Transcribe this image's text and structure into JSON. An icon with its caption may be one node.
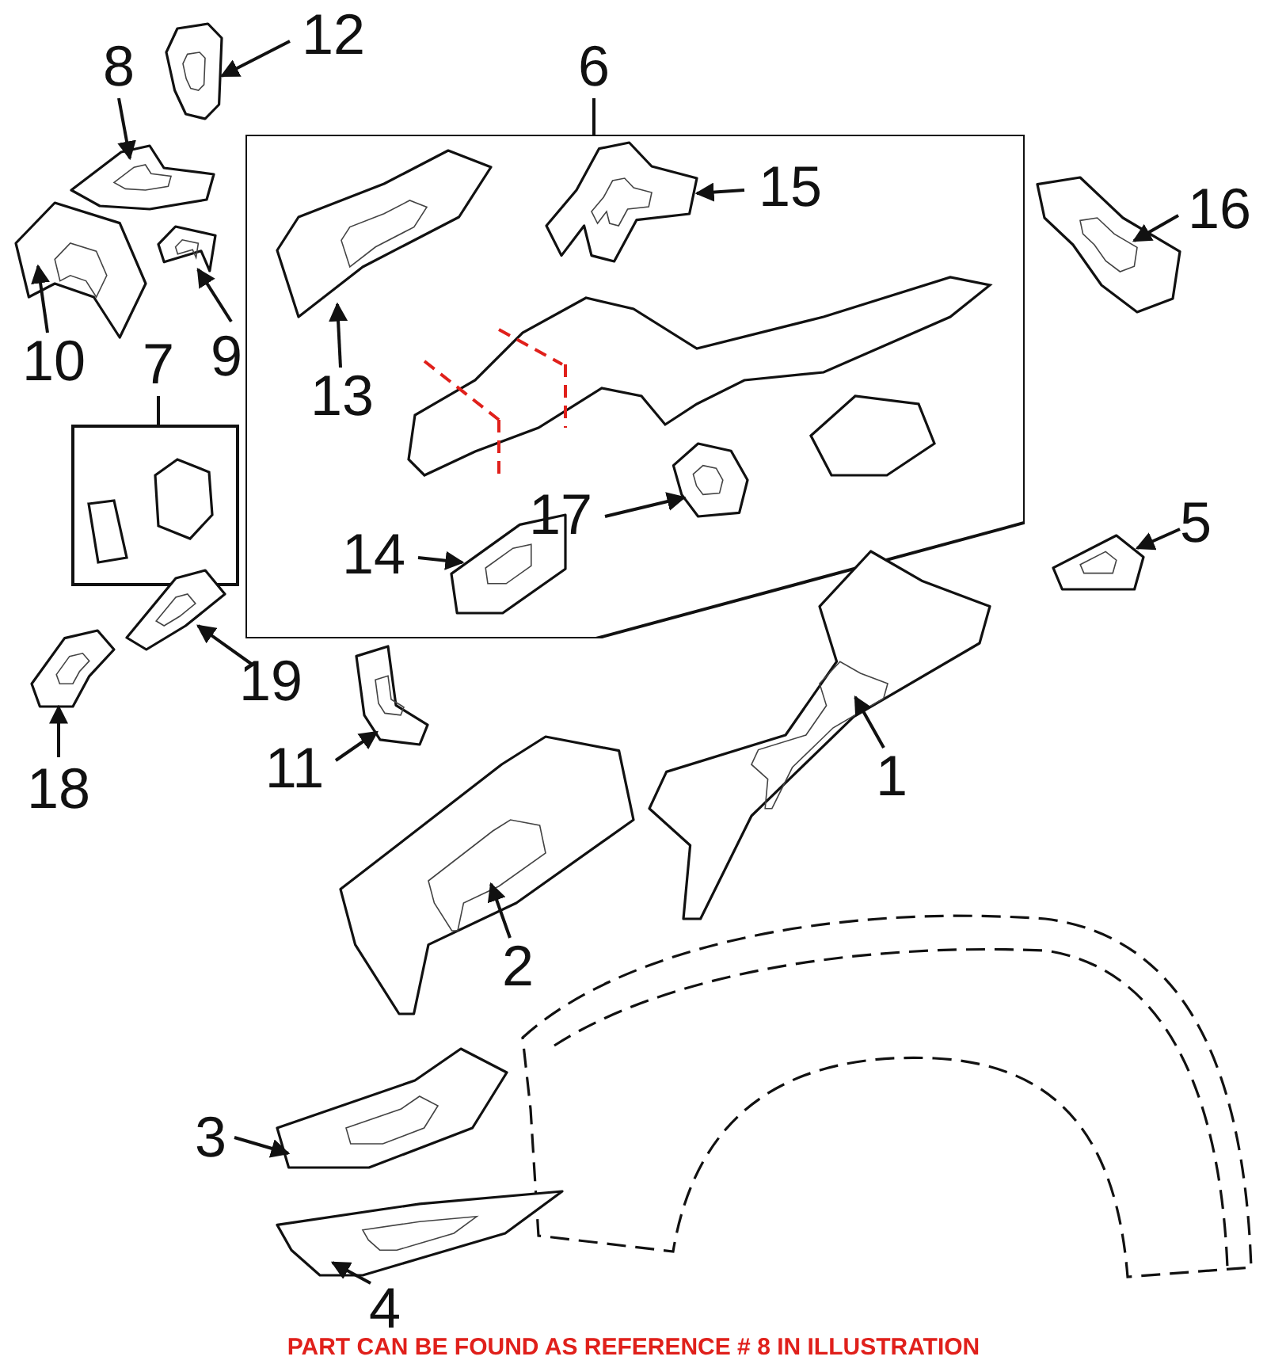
{
  "diagram": {
    "nodes": [
      {
        "text": [
          "12"
        ]
      },
      {
        "text": [],
        "shape": "picture"
      },
      {
        "text": [
          "8"
        ]
      },
      {
        "text": [],
        "shape": "picture"
      },
      {
        "text": [
          "6"
        ]
      },
      {
        "text": [],
        "shape": "box"
      },
      {
        "text": [
          "15"
        ],
        "in": 5
      },
      {
        "text": [],
        "shape": "picture",
        "in": 5
      },
      {
        "text": [
          "16"
        ]
      },
      {
        "text": [],
        "shape": "picture"
      },
      {
        "text": [
          "10"
        ]
      },
      {
        "text": [],
        "shape": "picture"
      },
      {
        "text": [
          "9"
        ]
      },
      {
        "text": [],
        "shape": "picture"
      },
      {
        "text": [
          "13"
        ],
        "in": 5
      },
      {
        "text": [],
        "shape": "picture",
        "in": 5
      },
      {
        "text": [
          "7"
        ]
      },
      {
        "text": [],
        "shape": "box"
      },
      {
        "text": [
          "17"
        ],
        "in": 5
      },
      {
        "text": [],
        "shape": "picture",
        "in": 5
      },
      {
        "text": [
          "14"
        ],
        "in": 5
      },
      {
        "text": [],
        "shape": "picture",
        "in": 5
      },
      {
        "text": [
          "5"
        ]
      },
      {
        "text": [],
        "shape": "picture"
      },
      {
        "text": [
          "19"
        ]
      },
      {
        "text": [],
        "shape": "picture"
      },
      {
        "text": [
          "18"
        ]
      },
      {
        "text": [],
        "shape": "picture"
      },
      {
        "text": [
          "11"
        ]
      },
      {
        "text": [],
        "shape": "picture"
      },
      {
        "text": [
          "1"
        ]
      },
      {
        "text": [],
        "shape": "picture"
      },
      {
        "text": [
          "2"
        ]
      },
      {
        "text": [],
        "shape": "picture"
      },
      {
        "text": [
          "3"
        ]
      },
      {
        "text": [],
        "shape": "picture"
      },
      {
        "text": [
          "4"
        ]
      },
      {
        "text": [],
        "shape": "picture"
      }
    ],
    "edges": [
      {
        "from": 0,
        "to": 1,
        "arrow": "to"
      },
      {
        "from": 2,
        "to": 3,
        "arrow": "to"
      },
      {
        "from": 4,
        "to": 5,
        "arrow": "none"
      },
      {
        "from": 6,
        "to": 7,
        "arrow": "to"
      },
      {
        "from": 8,
        "to": 9,
        "arrow": "to"
      },
      {
        "from": 10,
        "to": 11,
        "arrow": "to"
      },
      {
        "from": 12,
        "to": 13,
        "arrow": "to"
      },
      {
        "from": 14,
        "to": 15,
        "arrow": "to"
      },
      {
        "from": 16,
        "to": 17,
        "arrow": "none"
      },
      {
        "from": 18,
        "to": 19,
        "arrow": "to"
      },
      {
        "from": 20,
        "to": 21,
        "arrow": "to"
      },
      {
        "from": 22,
        "to": 23,
        "arrow": "to"
      },
      {
        "from": 24,
        "to": 25,
        "arrow": "to"
      },
      {
        "from": 26,
        "to": 27,
        "arrow": "to"
      },
      {
        "from": 28,
        "to": 29,
        "arrow": "to"
      },
      {
        "from": 30,
        "to": 31,
        "arrow": "to"
      },
      {
        "from": 32,
        "to": 33,
        "arrow": "to"
      },
      {
        "from": 34,
        "to": 35,
        "arrow": "to"
      },
      {
        "from": 36,
        "to": 37,
        "arrow": "to"
      }
    ],
    "labels": [
      "PART CAN BE FOUND AS REFERENCE # 8 IN ILLUSTRATION"
    ]
  }
}
